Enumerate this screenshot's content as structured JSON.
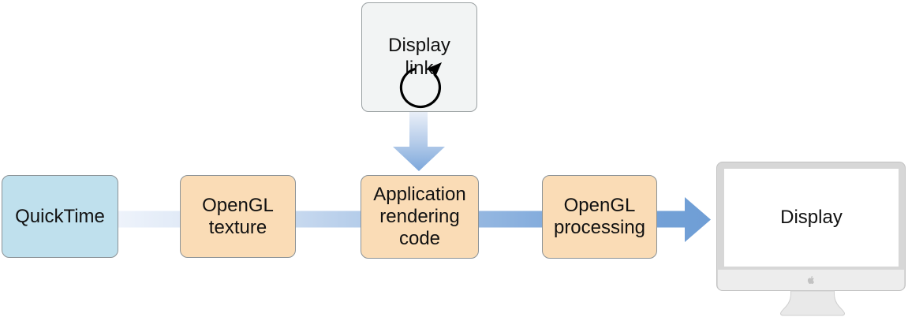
{
  "diagram": {
    "description": "Video pipeline flow diagram with display link timing source",
    "nodes": {
      "quicktime": {
        "label": "QuickTime"
      },
      "opengl_texture": {
        "label": "OpenGL\ntexture"
      },
      "app_rendering": {
        "label": "Application\nrendering\ncode"
      },
      "opengl_processing": {
        "label": "OpenGL\nprocessing"
      },
      "display_link": {
        "label": "Display\nlink"
      },
      "display": {
        "label": "Display"
      }
    },
    "flow": [
      "QuickTime",
      "OpenGL texture",
      "Application rendering code",
      "OpenGL processing",
      "Display"
    ],
    "icons": {
      "display_link": "circular-arrow-icon",
      "monitor": "imac-monitor-icon",
      "monitor_logo": "apple-logo-icon"
    },
    "colors": {
      "node_blue_fill": "#bfe0ed",
      "node_orange_fill": "#fadcb6",
      "node_gray_fill": "#f2f4f4",
      "node_border": "#8b9296",
      "arrow_gradient_start": "#eef3fb",
      "arrow_gradient_end": "#6f9ed5",
      "arrow_head": "#78a4d9",
      "monitor_frame": "#d7d7d7",
      "monitor_chin": "#ededed",
      "text": "#111111"
    }
  }
}
